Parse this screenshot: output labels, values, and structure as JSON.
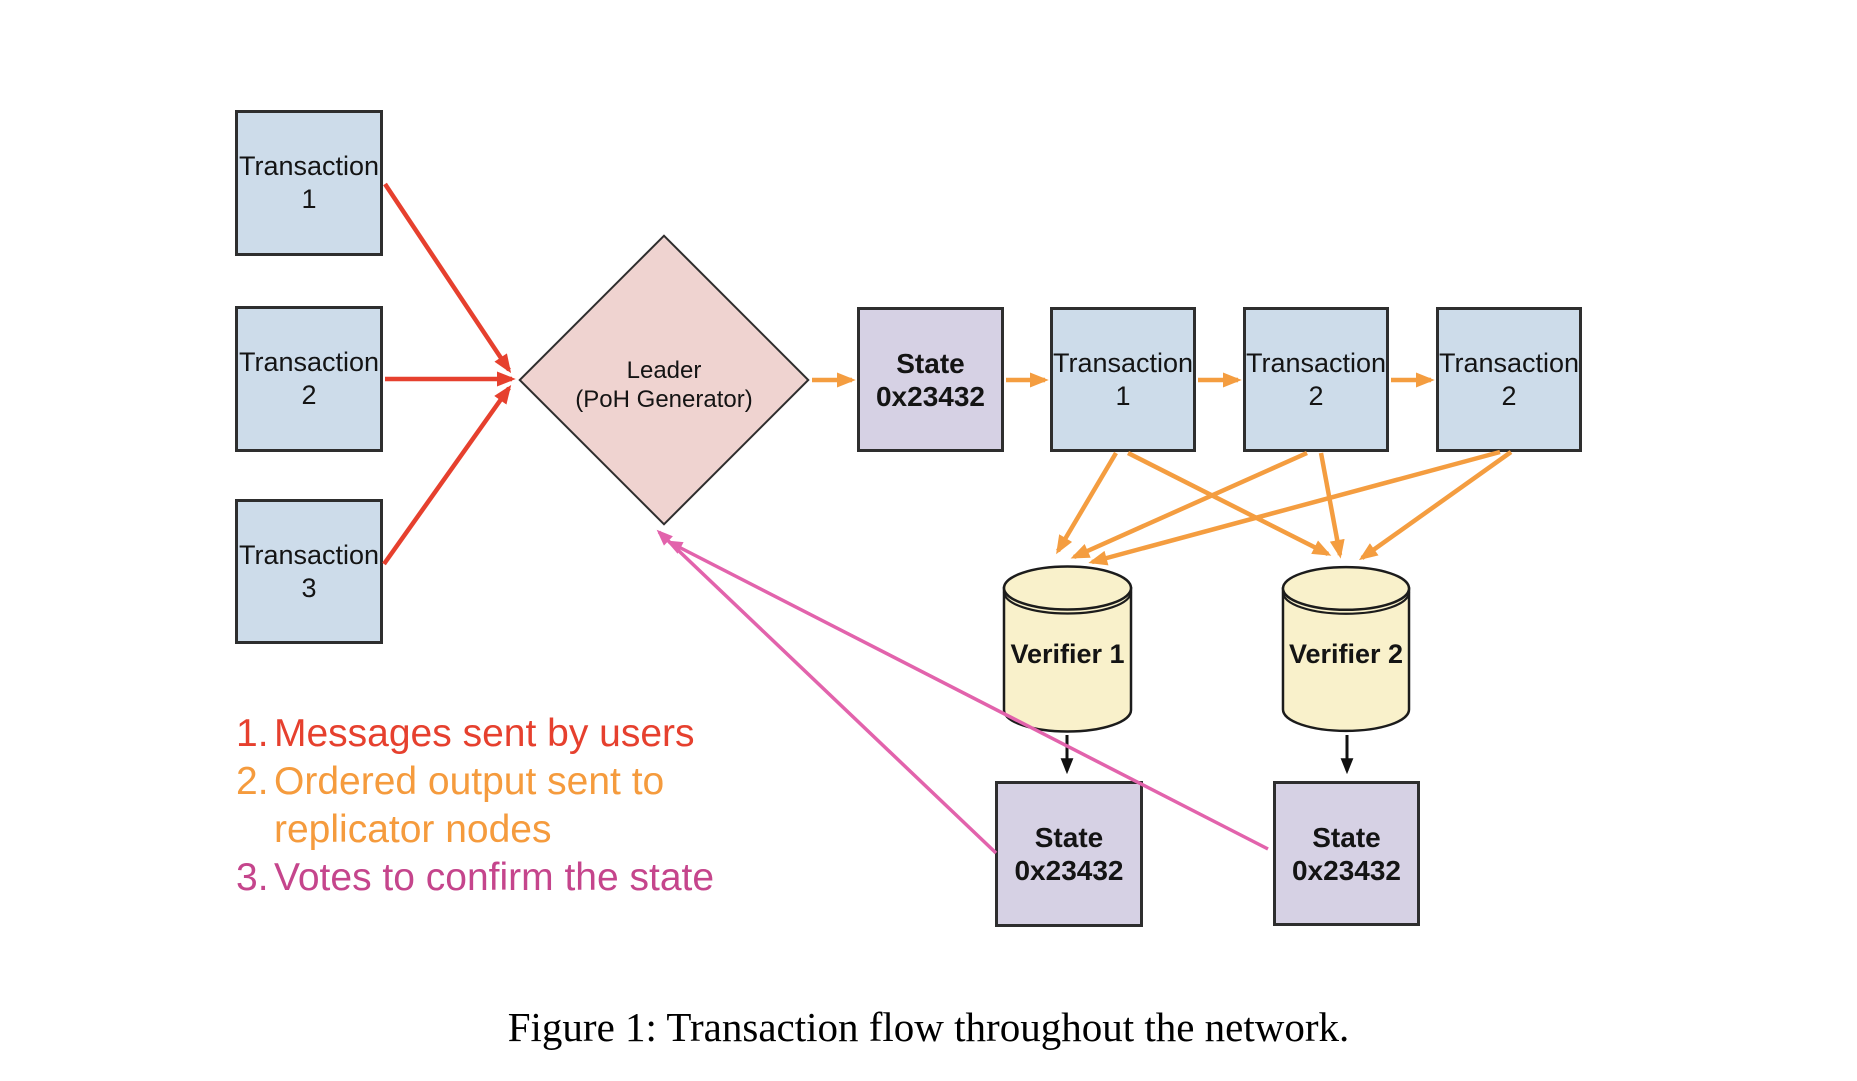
{
  "colors": {
    "box_blue": "#cddcea",
    "box_purple": "#d6d1e4",
    "diamond_pink": "#efd3d0",
    "cylinder_cream": "#f9f1cb",
    "arrow_red": "#e6402e",
    "arrow_orange": "#f49d40",
    "arrow_pink": "#e263ac",
    "legend_red": "#e6402e",
    "legend_orange": "#f59b3d",
    "legend_magenta": "#c5458c"
  },
  "diagram": {
    "left_transactions": [
      {
        "line1": "Transaction",
        "line2": "1"
      },
      {
        "line1": "Transaction",
        "line2": "2"
      },
      {
        "line1": "Transaction",
        "line2": "3"
      }
    ],
    "leader": {
      "line1": "Leader",
      "line2": "(PoH Generator)"
    },
    "state_top": {
      "line1": "State",
      "line2": "0x23432"
    },
    "top_transactions": [
      {
        "line1": "Transaction",
        "line2": "1"
      },
      {
        "line1": "Transaction",
        "line2": "2"
      },
      {
        "line1": "Transaction",
        "line2": "2"
      }
    ],
    "verifiers": [
      {
        "label": "Verifier 1"
      },
      {
        "label": "Verifier 2"
      }
    ],
    "state_bottom": [
      {
        "line1": "State",
        "line2": "0x23432"
      },
      {
        "line1": "State",
        "line2": "0x23432"
      }
    ]
  },
  "legend": {
    "items": [
      {
        "number": "1.",
        "text": "Messages sent by users",
        "color": "#e6402e"
      },
      {
        "number": "2.",
        "text": "Ordered output sent to replicator nodes",
        "color": "#f59b3d"
      },
      {
        "number": "3.",
        "text": "Votes to confirm the state",
        "color": "#c5458c"
      }
    ]
  },
  "caption": "Figure 1: Transaction flow throughout the network."
}
